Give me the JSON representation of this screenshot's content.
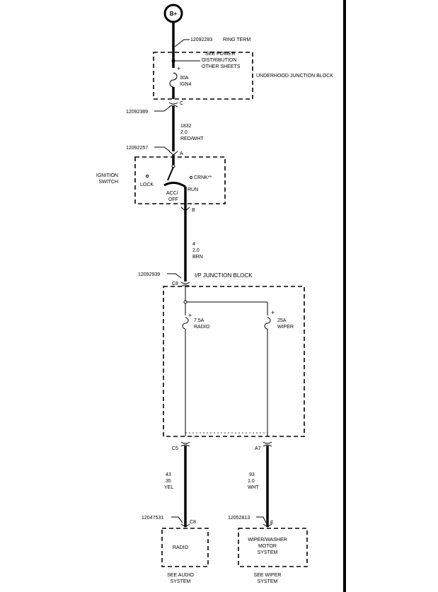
{
  "colors": {
    "ink": "#000000",
    "paper": "#ffffff"
  },
  "power": {
    "label": "B+"
  },
  "ring_terminal": {
    "part": "12092283",
    "label": "RING TERM"
  },
  "underhood": {
    "name": "UNDERHOOD JUNCTION BLOCK",
    "note_line1": "SEE POWER",
    "note_line2": "DISTRIBUTION",
    "note_line3": "OTHER SHEETS",
    "fuse_rating": "30A",
    "fuse_name": "IGN4",
    "connector_pin": "C"
  },
  "wire_1832": {
    "connector_part": "12092389",
    "circuit": "1832",
    "gauge": "2.0",
    "color": "RED/WHT"
  },
  "ignition": {
    "connector_part": "12092257",
    "pin_in": "A",
    "title_line1": "IGNITION",
    "title_line2": "SWITCH",
    "pos_lock": "LOCK",
    "pos_crnk": "CRNK**",
    "pos_run": "RUN",
    "pos_acc_line1": "ACC/",
    "pos_acc_line2": "OFF",
    "pin_out": "B"
  },
  "wire_4": {
    "circuit": "4",
    "gauge": "2.0",
    "color": "BRN"
  },
  "ip_block": {
    "connector_part": "12092939",
    "name": "I/P JUNCTION BLOCK",
    "pin_in": "C8",
    "fuse_radio_rating": "7.5A",
    "fuse_radio_name": "RADIO",
    "fuse_wiper_rating": "25A",
    "fuse_wiper_name": "WIPER",
    "pin_radio_out": "C5",
    "pin_wiper_out": "A7"
  },
  "wire_43": {
    "circuit": "43",
    "gauge": ".35",
    "color": "YEL"
  },
  "wire_93": {
    "circuit": "93",
    "gauge": "1.0",
    "color": "WHT"
  },
  "radio": {
    "connector_part": "12047531",
    "pin": "C8",
    "name": "RADIO",
    "ref_line1": "SEE AUDIO",
    "ref_line2": "SYSTEM"
  },
  "wiper": {
    "connector_part": "12052813",
    "pin": "E",
    "name_line1": "WIPER/WASHER",
    "name_line2": "MOTOR",
    "name_line3": "SYSTEM",
    "ref_line1": "SEE WIPER",
    "ref_line2": "SYSTEM"
  },
  "polarity": {
    "plus": "+"
  }
}
